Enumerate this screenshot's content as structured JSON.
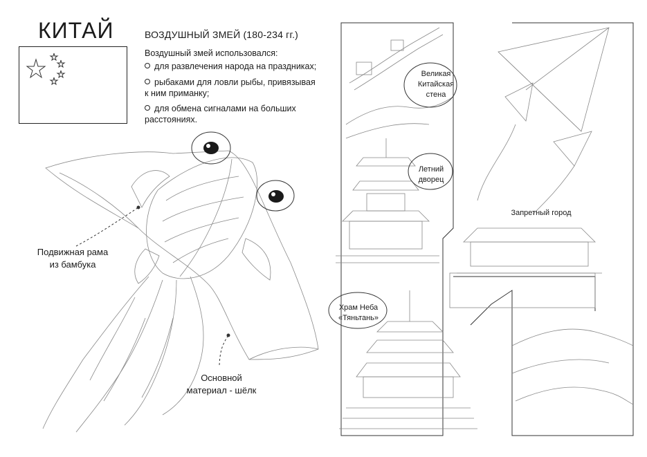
{
  "page": {
    "title": "КИТАЙ",
    "heading": "ВОЗДУШНЫЙ ЗМЕЙ (180-234 гг.)",
    "intro": "Воздушный змей использовался:",
    "bullets": [
      {
        "line1": "для развлечения народа на праздниках;",
        "line2": ""
      },
      {
        "line1": "рыбаками для ловли рыбы, привязывая",
        "line2": "к ним приманку;"
      },
      {
        "line1": "для обмена сигналами на больших",
        "line2": "расстояниях."
      }
    ]
  },
  "kite": {
    "callout_frame": {
      "line1": "Подвижная рама",
      "line2": "из бамбука"
    },
    "callout_silk": {
      "line1": "Основной",
      "line2": "материал - шёлк"
    }
  },
  "landmarks": {
    "great_wall": {
      "line1": "Великая",
      "line2": "Китайская",
      "line3": "стена"
    },
    "summer_palace": {
      "line1": "Летний",
      "line2": "дворец"
    },
    "forbidden_city": "Запретный город",
    "temple_of_heaven": {
      "line1": "Храм Неба",
      "line2": "«Тяньтань»"
    }
  },
  "colors": {
    "line": "#333333",
    "background": "#ffffff",
    "text": "#1a1a1a"
  }
}
